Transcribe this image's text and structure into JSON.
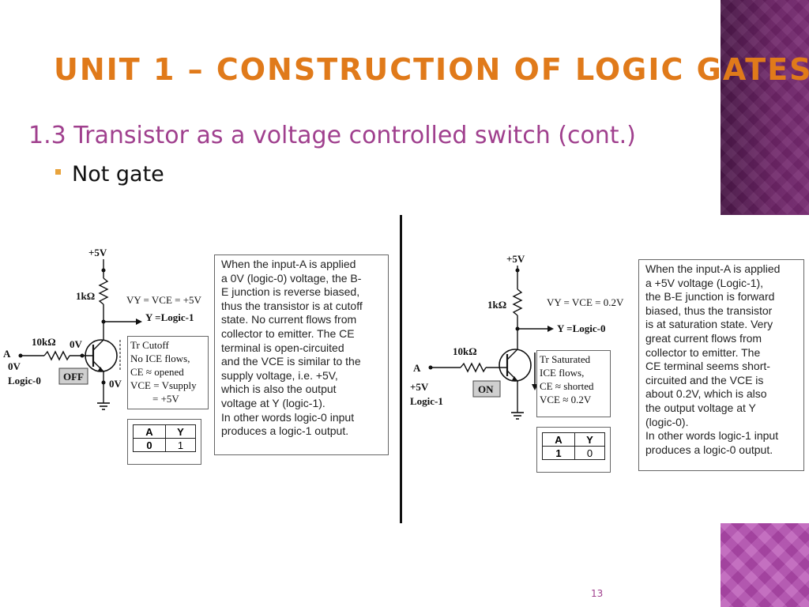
{
  "slide": {
    "title": "UNIT 1 – CONSTRUCTION OF LOGIC GATES",
    "subtitle": "1.3 Transistor as a voltage controlled switch  (cont.)",
    "bullet": "Not gate",
    "page_number": "13"
  },
  "colors": {
    "title": "#e07a1a",
    "subtitle": "#a0408e",
    "bullet": "#e8a33c",
    "deco": "#6d2467"
  },
  "left_circuit": {
    "supply": "+5V",
    "rc": "1kΩ",
    "rb": "10kΩ",
    "base_v": "0V",
    "input_name": "A",
    "input_v": "0V",
    "input_logic": "Logic-0",
    "switch_state": "OFF",
    "emitter_v": "0V",
    "vy_eq": "VY = VCE = +5V",
    "y_label": "Y =Logic-1",
    "state_lines": [
      "Tr Cutoff",
      "No ICE flows,",
      "CE ≈ opened",
      "VCE = Vsupply",
      "= +5V"
    ],
    "note_lines": [
      "When the input-A is applied",
      "a 0V (logic-0) voltage, the B-",
      "E junction is reverse biased,",
      "thus the transistor is at cutoff",
      "state.  No current flows from",
      "collector to emitter.  The CE",
      "terminal is open-circuited",
      "and the VCE is similar to the",
      "supply voltage, i.e. +5V,",
      "which is also the output",
      "voltage at Y (logic-1).",
      "In other words logic-0 input",
      "produces a logic-1 output."
    ],
    "truth": {
      "headers": [
        "A",
        "Y"
      ],
      "row": [
        "0",
        "1"
      ]
    }
  },
  "right_circuit": {
    "supply": "+5V",
    "rc": "1kΩ",
    "rb": "10kΩ",
    "input_name": "A",
    "input_v": "+5V",
    "input_logic": "Logic-1",
    "switch_state": "ON",
    "vy_eq": "VY = VCE = 0.2V",
    "y_label": "Y =Logic-0",
    "state_lines": [
      "Tr Saturated",
      "ICE flows,",
      "CE ≈ shorted",
      "VCE ≈ 0.2V"
    ],
    "note_lines": [
      "When the input-A is applied",
      "a +5V voltage (Logic-1),",
      "the B-E junction is forward",
      "biased, thus the transistor",
      "is at saturation state.  Very",
      "great current flows from",
      "collector to emitter.  The",
      "CE terminal seems short-",
      "circuited and the VCE is",
      "about 0.2V, which is also",
      "the output voltage at Y",
      "(logic-0).",
      "In other words logic-1 input",
      "produces a logic-0 output."
    ],
    "truth": {
      "headers": [
        "A",
        "Y"
      ],
      "row": [
        "1",
        "0"
      ]
    }
  }
}
